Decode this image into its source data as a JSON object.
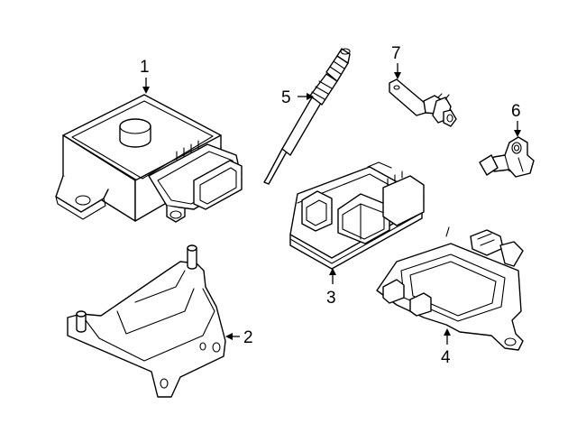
{
  "callouts": {
    "part1": "1",
    "part2": "2",
    "part3": "3",
    "part4": "4",
    "part5": "5",
    "part6": "6",
    "part7": "7"
  },
  "colors": {
    "line": "#000000",
    "background": "#ffffff"
  }
}
